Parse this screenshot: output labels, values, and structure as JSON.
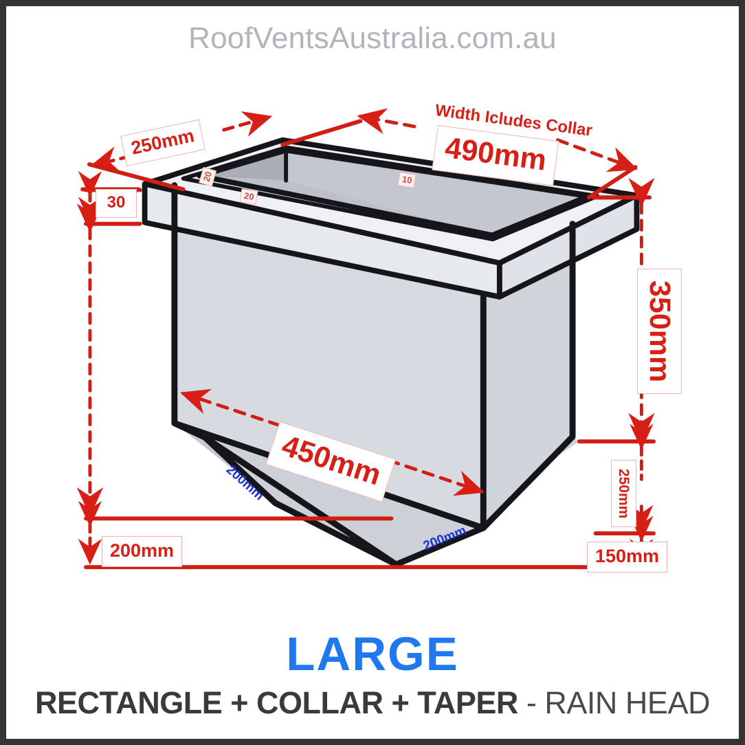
{
  "watermark": "RoofVentsAustralia.com.au",
  "caption": {
    "size": "LARGE",
    "type_bold": "RECTANGLE + COLLAR + TAPER",
    "type_light": " - RAIN HEAD"
  },
  "colors": {
    "dimension_red": "#d81f16",
    "taper_blue": "#1a2fd0",
    "accent_blue": "#1f78ee",
    "border_dark": "#333333",
    "body_fill": "#d4d8de",
    "collar_top": "#eceef1",
    "inner_fill": "#b9bdc5"
  },
  "dimensions": {
    "depth_top": "250mm",
    "width_note": "Width Icludes Collar",
    "width": "490mm",
    "collar_height": "30",
    "body_height": "350mm",
    "front_length": "450mm",
    "taper_drop": "250mm",
    "outlet_width": "150mm",
    "left_total": "200mm",
    "collar_flange_left": "20",
    "collar_flange_front": "20",
    "collar_lip_right": "10",
    "taper_left": "200mm",
    "taper_front": "200mm"
  },
  "chart_data": {
    "type": "diagram",
    "title": "LARGE RECTANGLE + COLLAR + TAPER - RAIN HEAD",
    "units": "mm",
    "measurements": [
      {
        "label": "Depth (top)",
        "value": 250,
        "unit": "mm",
        "color": "red"
      },
      {
        "label": "Width (includes collar)",
        "value": 490,
        "unit": "mm",
        "color": "red"
      },
      {
        "label": "Collar height",
        "value": 30,
        "unit": "mm",
        "color": "red"
      },
      {
        "label": "Body height",
        "value": 350,
        "unit": "mm",
        "color": "red"
      },
      {
        "label": "Front length",
        "value": 450,
        "unit": "mm",
        "color": "red"
      },
      {
        "label": "Taper drop",
        "value": 250,
        "unit": "mm",
        "color": "red"
      },
      {
        "label": "Outlet width",
        "value": 150,
        "unit": "mm",
        "color": "red"
      },
      {
        "label": "Left overall",
        "value": 200,
        "unit": "mm",
        "color": "red"
      },
      {
        "label": "Collar flange left",
        "value": 20,
        "unit": "mm",
        "color": "red"
      },
      {
        "label": "Collar flange front",
        "value": 20,
        "unit": "mm",
        "color": "red"
      },
      {
        "label": "Collar lip right",
        "value": 10,
        "unit": "mm",
        "color": "red"
      },
      {
        "label": "Taper face left",
        "value": 200,
        "unit": "mm",
        "color": "blue"
      },
      {
        "label": "Taper face front",
        "value": 200,
        "unit": "mm",
        "color": "blue"
      }
    ]
  }
}
